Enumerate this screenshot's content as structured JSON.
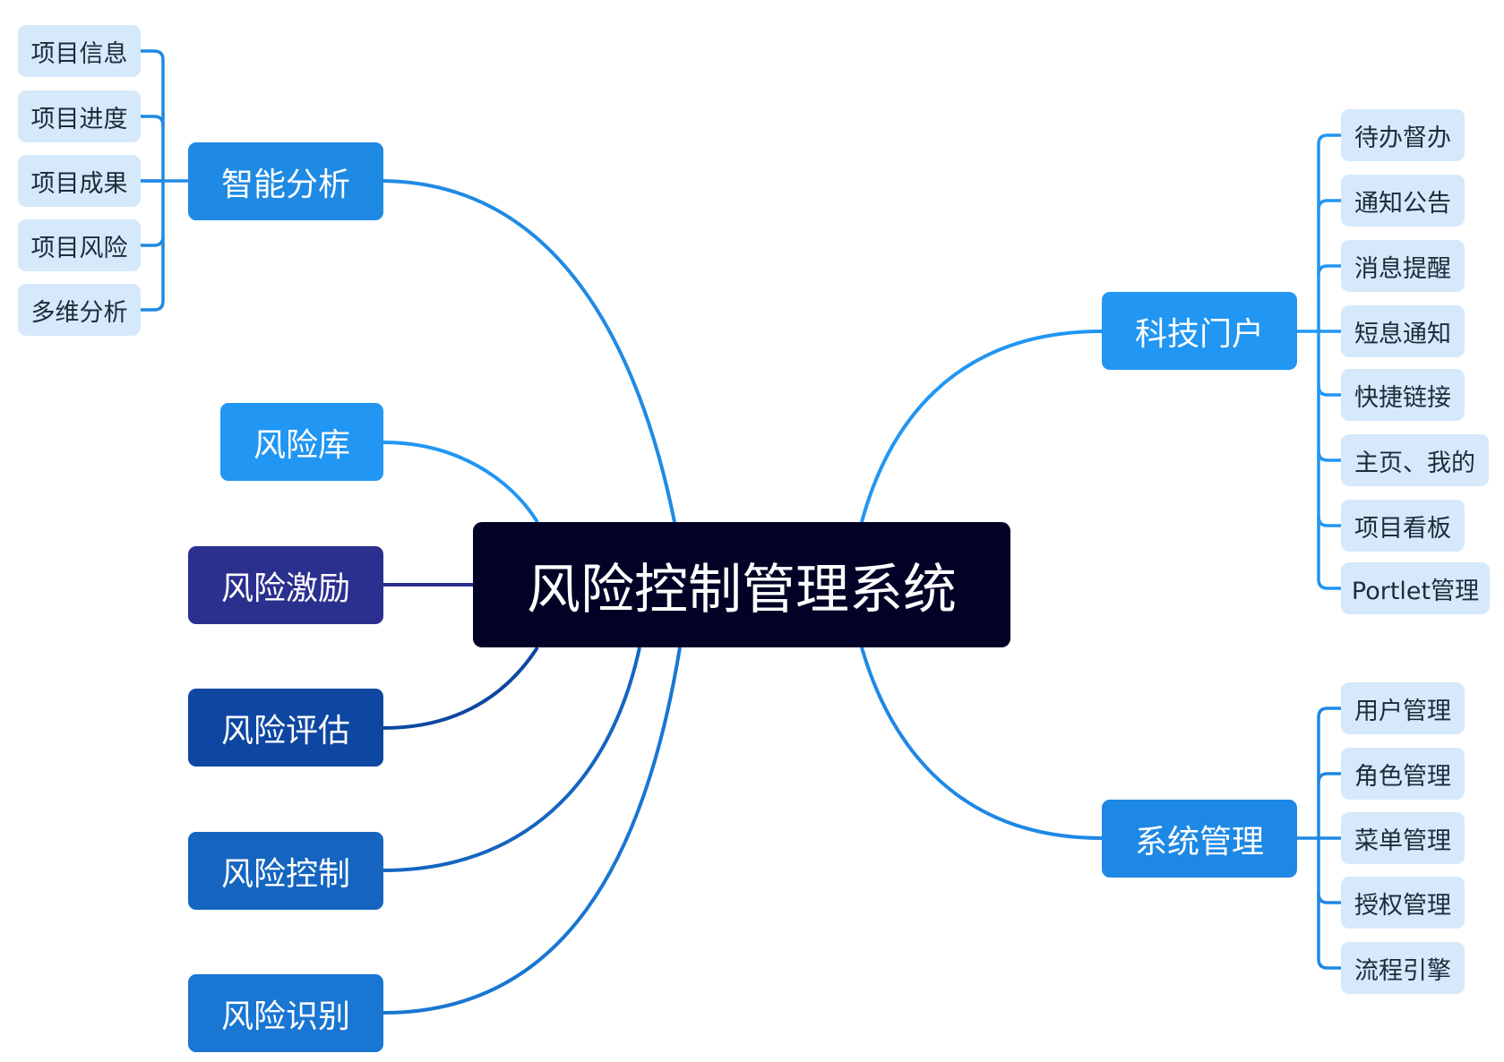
{
  "root": {
    "label": "风险控制管理系统"
  },
  "branches": {
    "zhineng": {
      "label": "智能分析",
      "color": "#1f8ae3"
    },
    "fengxianku": {
      "label": "风险库",
      "color": "#2196f3"
    },
    "jili": {
      "label": "风险激励",
      "color": "#2b2f8e"
    },
    "pinggu": {
      "label": "风险评估",
      "color": "#0d47a1"
    },
    "kongzhi": {
      "label": "风险控制",
      "color": "#1565c0"
    },
    "shibie": {
      "label": "风险识别",
      "color": "#1976d2"
    },
    "menhu": {
      "label": "科技门户",
      "color": "#2196f3"
    },
    "xitong": {
      "label": "系统管理",
      "color": "#1e88e5"
    }
  },
  "leaves": {
    "zhineng": [
      "项目信息",
      "项目进度",
      "项目成果",
      "项目风险",
      "多维分析"
    ],
    "menhu": [
      "待办督办",
      "通知公告",
      "消息提醒",
      "短息通知",
      "快捷链接",
      "主页、我的",
      "项目看板",
      "Portlet管理"
    ],
    "xitong": [
      "用户管理",
      "角色管理",
      "菜单管理",
      "授权管理",
      "流程引擎"
    ]
  }
}
